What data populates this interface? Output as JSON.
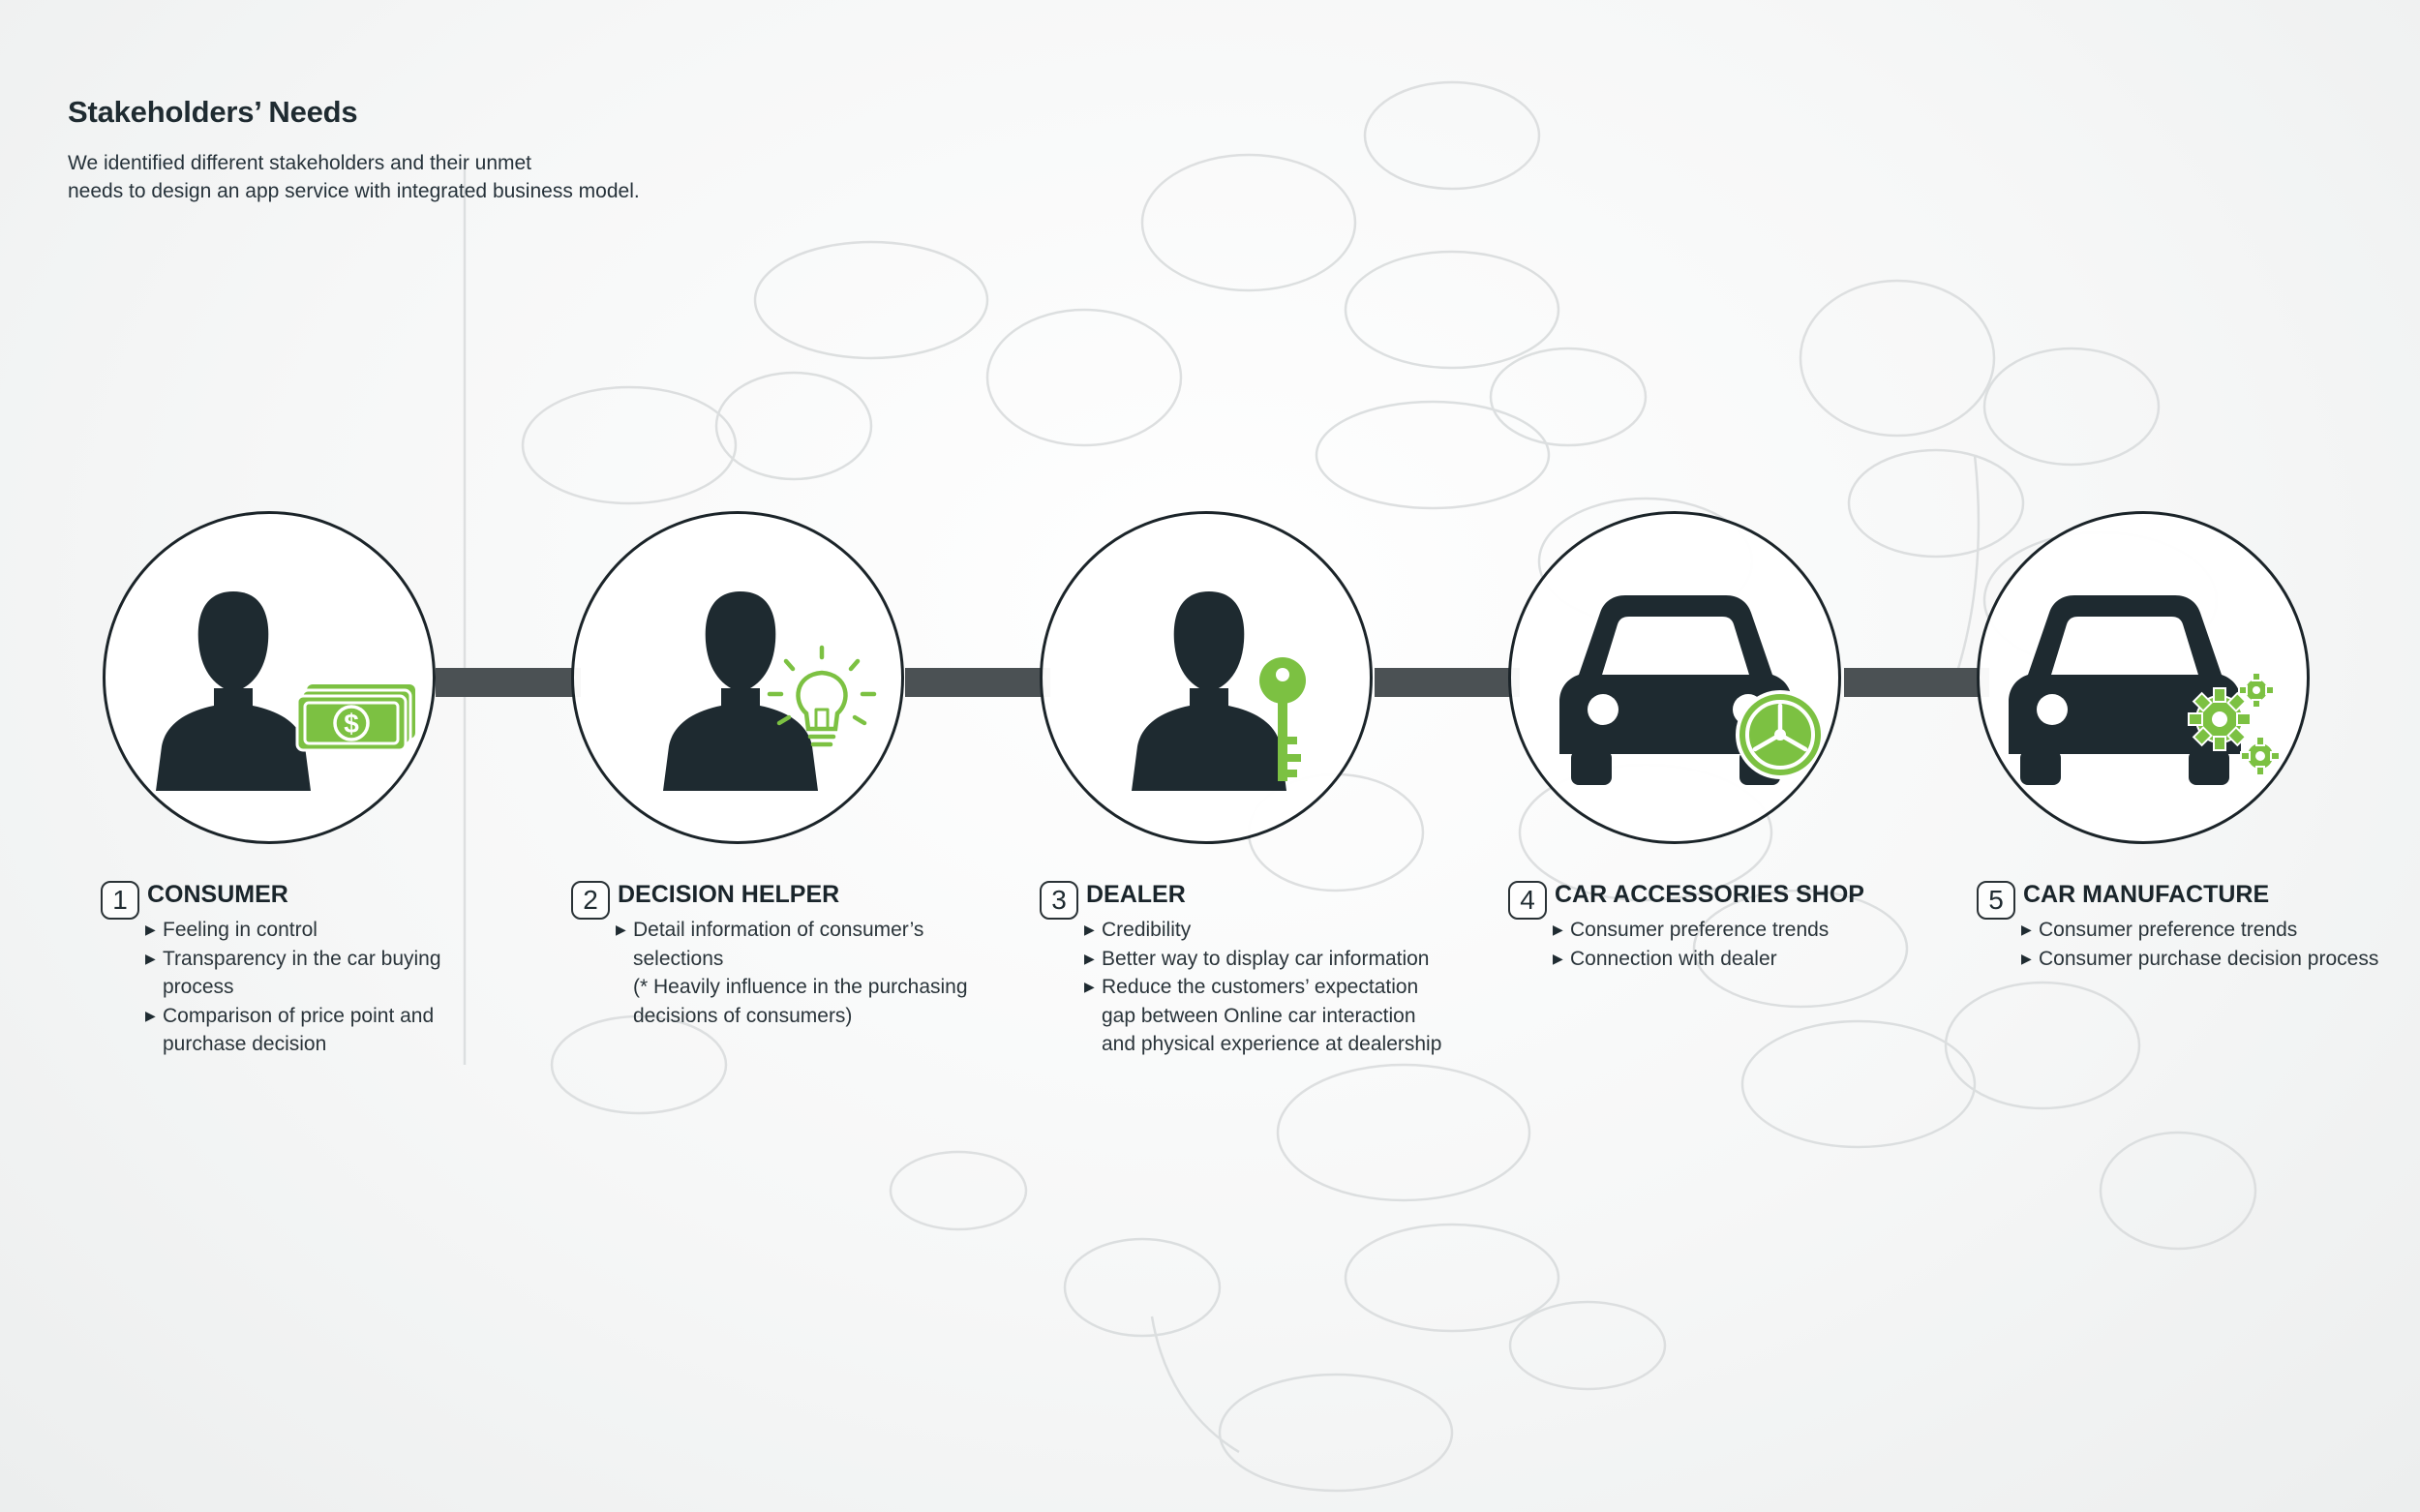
{
  "header": {
    "title": "Stakeholders’ Needs",
    "subtitle_line1": "We identified different stakeholders and their unmet",
    "subtitle_line2": "needs to design an app service with integrated business model."
  },
  "colors": {
    "accent_green": "#7cc142",
    "icon_dark": "#1e2a30",
    "connector": "#4b5154"
  },
  "stakeholders": [
    {
      "number": "1",
      "name": "CONSUMER",
      "icon": "person-with-money-icon",
      "items": [
        "Feeling in control",
        "Transparency in the car buying process",
        "Comparison of price point and purchase decision"
      ]
    },
    {
      "number": "2",
      "name": "DECISION HELPER",
      "icon": "person-with-lightbulb-icon",
      "items": [
        "Detail information of consumer’s selections"
      ],
      "note": "(* Heavily influence in the purchasing decisions of consumers)"
    },
    {
      "number": "3",
      "name": "DEALER",
      "icon": "person-with-key-icon",
      "items": [
        "Credibility",
        "Better way to display car information",
        "Reduce the customers’ expectation gap between Online car interaction and physical experience at dealership"
      ]
    },
    {
      "number": "4",
      "name": "CAR ACCESSORIES SHOP",
      "icon": "car-with-wheel-icon",
      "items": [
        "Consumer preference trends",
        "Connection with dealer"
      ]
    },
    {
      "number": "5",
      "name": "CAR MANUFACTURE",
      "icon": "car-with-gears-icon",
      "items": [
        "Consumer preference trends",
        "Consumer purchase decision process"
      ]
    }
  ]
}
